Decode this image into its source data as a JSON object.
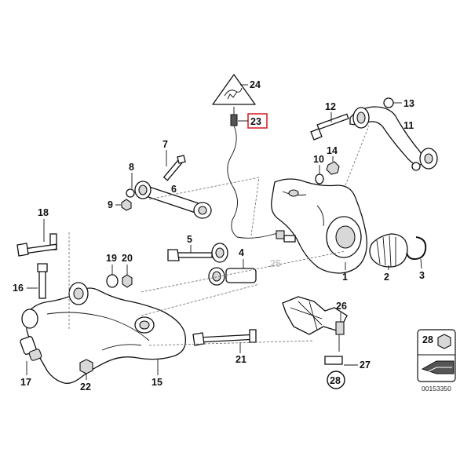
{
  "callouts": {
    "c1": "1",
    "c2": "2",
    "c3": "3",
    "c4": "4",
    "c5": "5",
    "c6": "6",
    "c7": "7",
    "c8": "8",
    "c9": "9",
    "c10": "10",
    "c11": "11",
    "c12": "12",
    "c13": "13",
    "c14": "14",
    "c15": "15",
    "c16": "16",
    "c17": "17",
    "c18": "18",
    "c19": "19",
    "c20": "20",
    "c21": "21",
    "c22": "22",
    "c23": "23",
    "c24": "24",
    "c25": "25",
    "c26": "26",
    "c27": "27",
    "c28": "28",
    "c28b": "28"
  },
  "highlight_color": "#d9262c",
  "diagram_code": "00153350"
}
